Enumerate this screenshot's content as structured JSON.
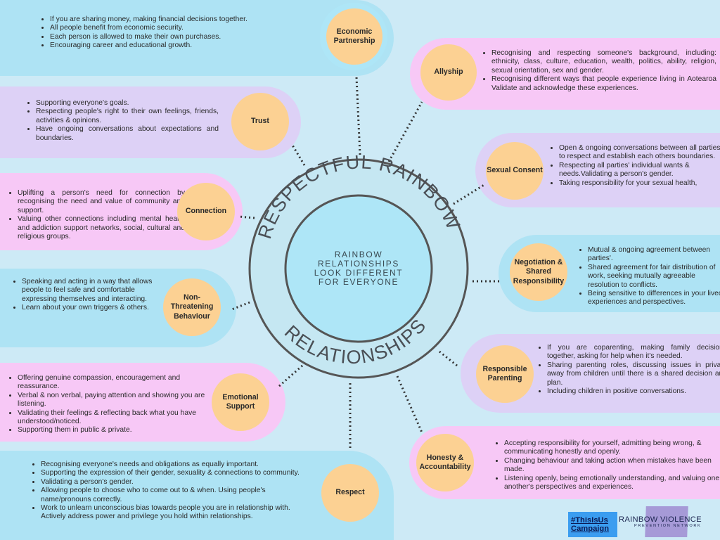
{
  "center": {
    "arc_top": "RESPECTFUL RAINBOW",
    "arc_bottom": "RELATIONSHIPS",
    "inner": [
      "RAINBOW",
      "RELATIONSHIPS",
      "LOOK DIFFERENT",
      "FOR EVERYONE"
    ]
  },
  "sections": {
    "economic": {
      "title": "Economic Partnership",
      "points": [
        "If you are sharing money, making financial decisions together.",
        "All people benefit from economic security.",
        "Each person is allowed to make their own purchases.",
        "Encouraging career and educational growth."
      ]
    },
    "allyship": {
      "title": "Allyship",
      "points": [
        "Recognising and respecting someone's background, including: ethnicity, class, culture, education, wealth, politics, ability, religion, sexual orientation, sex and gender.",
        "Recognising different ways that people experience living in Aotearoa Validate and acknowledge these experiences."
      ]
    },
    "trust": {
      "title": "Trust",
      "points": [
        "Supporting everyone's goals.",
        "Respecting people's right to their own feelings, friends, activities & opinions.",
        "Have ongoing conversations about expectations and boundaries."
      ]
    },
    "consent": {
      "title": "Sexual Consent",
      "points": [
        "Open & ongoing conversations between all parties to respect and establish each others boundaries.",
        "Respecting all parties' individual wants & needs.Validating a person's gender.",
        "Taking responsibility for your sexual health,"
      ]
    },
    "connection": {
      "title": "Connection",
      "points": [
        "Uplifting a person's need for  connection by recognising the need and value of community and support.",
        "Valuing other connections including mental health and addiction support networks, social, cultural and religious groups."
      ]
    },
    "negotiation": {
      "title": "Negotiation & Shared Responsibility",
      "points": [
        "Mutual & ongoing agreement between parties'.",
        "Shared agreement for fair distribution of work, seeking mutually agreeable resolution to conflicts.",
        "Being sensitive to differences in your lived experiences and perspectives."
      ]
    },
    "nonthreat": {
      "title": "Non-Threatening Behaviour",
      "points": [
        "Speaking and acting in a way that allows people to feel safe and comfortable expressing themselves and interacting.",
        "Learn about your own triggers & others."
      ]
    },
    "parenting": {
      "title": "Responsible Parenting",
      "points": [
        "If you are coparenting, making family decisions together, asking for help when it's needed.",
        "Sharing parenting roles, discussing issues in private away from children until there is a shared decision and plan.",
        "Including children in positive conversations."
      ]
    },
    "emotional": {
      "title": "Emotional Support",
      "points": [
        "Offering genuine compassion, encouragement and reassurance.",
        "Verbal & non verbal, paying attention and showing you are listening.",
        "Validating their feelings & reflecting back what you have understood/noticed.",
        "Supporting them in public & private."
      ]
    },
    "honesty": {
      "title": "Honesty & Accountability",
      "points": [
        "Accepting responsibility for yourself, admitting being wrong, & communicating honestly and openly.",
        "Changing behaviour and taking action when mistakes have been made.",
        "Listening openly, being emotionally understanding, and valuing one another's perspectives and experiences."
      ]
    },
    "respect": {
      "title": "Respect",
      "points": [
        "Recognising everyone's needs and obligations as equally important.",
        "Supporting the expression of their gender, sexuality & connections to community.",
        "Validating a person's gender.",
        "Allowing people to choose who to come out to & when. Using people's name/pronouns correctly.",
        "Work to unlearn unconscious bias towards people you are in relationship with. Actively address power and privilege you hold within relationships."
      ]
    }
  },
  "footer": {
    "campaign_line1": "#ThisIsUs",
    "campaign_line2": "Campaign",
    "brand_name": "RAINBOW VIOLENCE",
    "brand_sub": "PREVENTION NETWORK"
  },
  "colors": {
    "blue_panel": "#aee3f4",
    "pink_panel": "#f7c8f6",
    "lavender_panel": "#ddd1f6",
    "circle": "#fcd193",
    "background": "#cdeaf6"
  }
}
